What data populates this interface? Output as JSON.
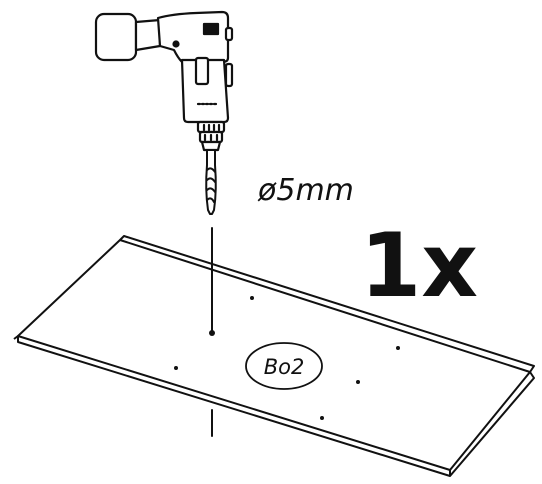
{
  "instruction": {
    "drill_bit_label": "ø5mm",
    "quantity_label": "1x",
    "part_label": "Bo2"
  },
  "colors": {
    "line": "#111111",
    "fill_dark": "#111111",
    "fill_light": "#ffffff"
  },
  "icons": [
    "power-drill-icon",
    "drill-bit-icon"
  ]
}
